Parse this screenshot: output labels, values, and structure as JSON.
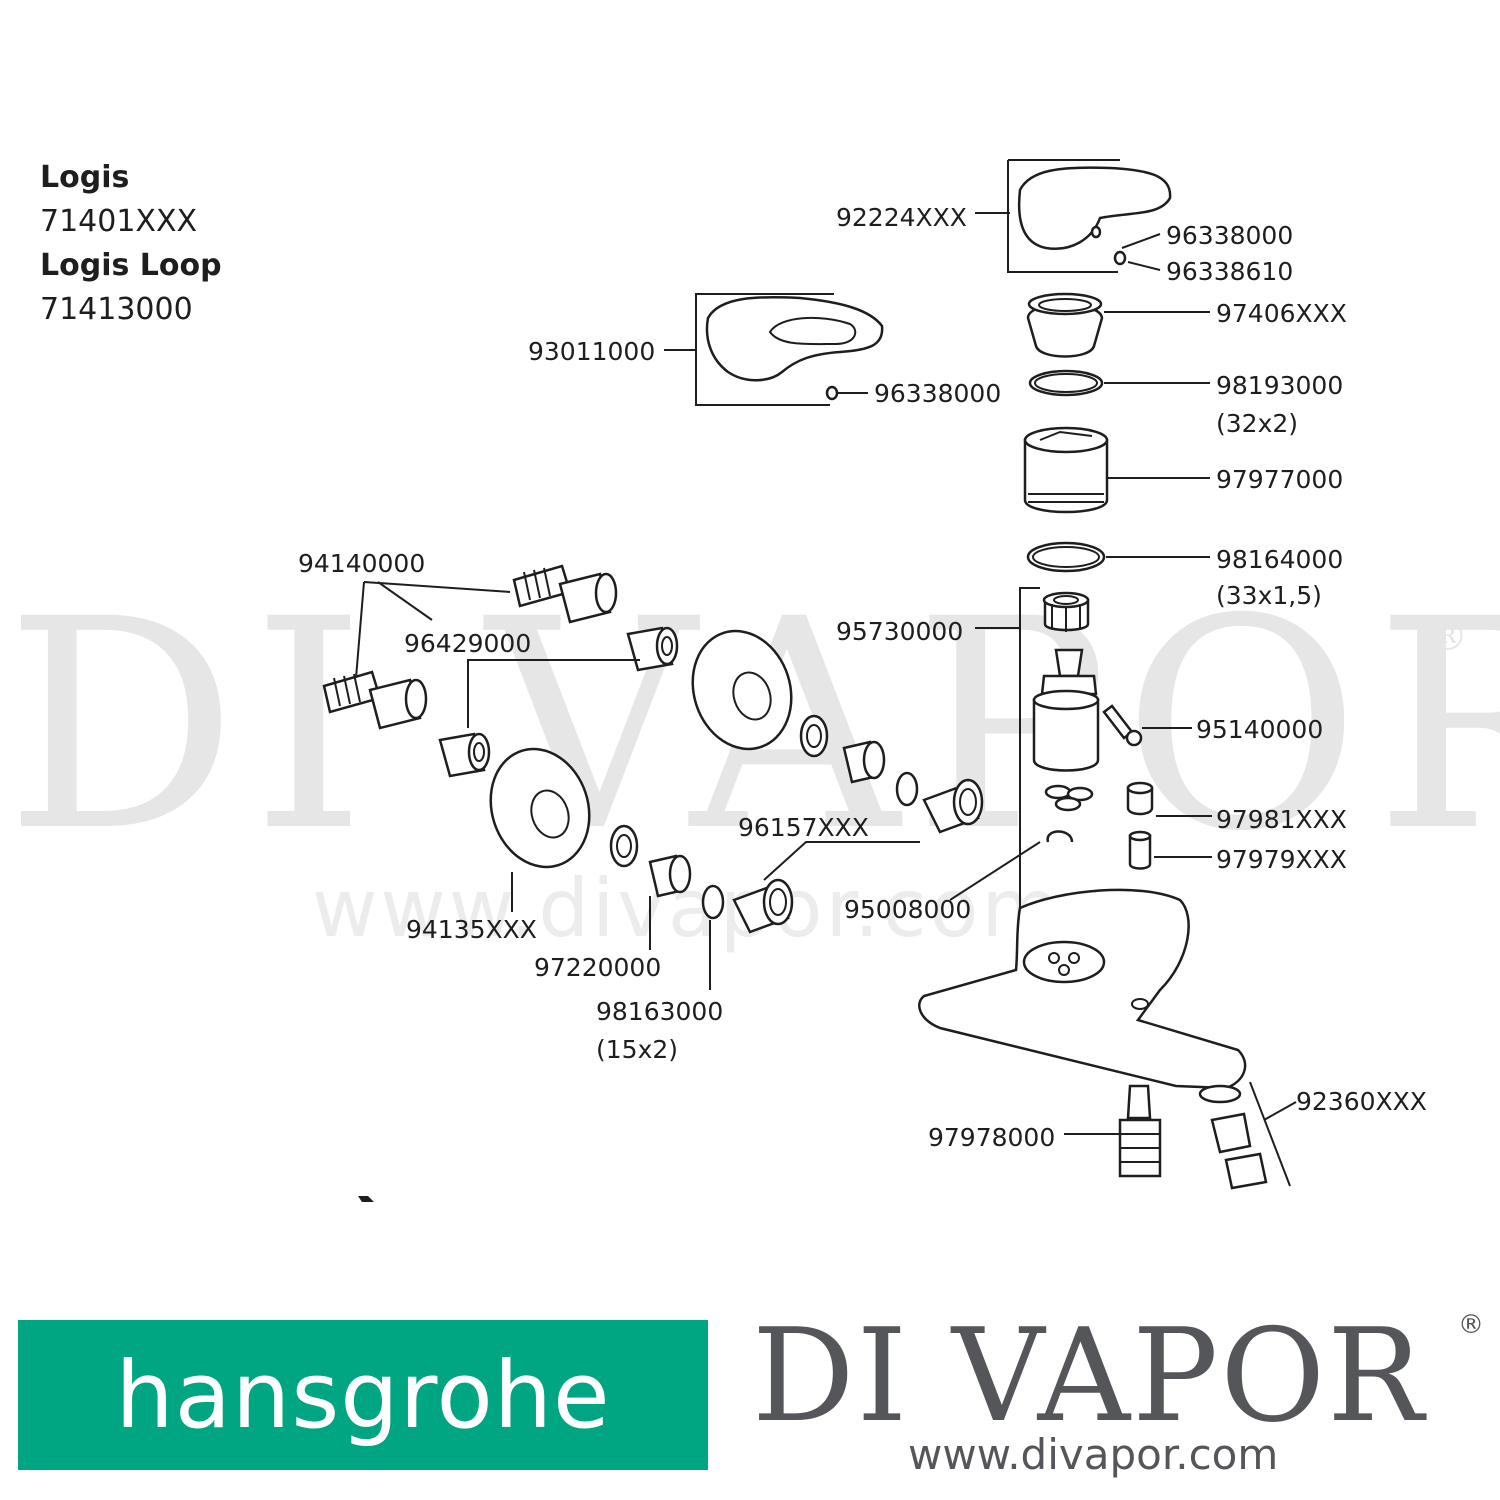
{
  "title_block": {
    "line1": "Logis",
    "line2": "71401XXX",
    "line3": "Logis Loop",
    "line4": "71413000"
  },
  "part_labels": {
    "p92224XXX": "92224XXX",
    "p96338000a": "96338000",
    "p96338610": "96338610",
    "p97406XXX": "97406XXX",
    "p93011000": "93011000",
    "p96338000b": "96338000",
    "p98193000": "98193000",
    "p98193000_size": "(32x2)",
    "p97977000": "97977000",
    "p98164000": "98164000",
    "p98164000_size": "(33x1,5)",
    "p94140000": "94140000",
    "p96429000": "96429000",
    "p95730000": "95730000",
    "p95140000": "95140000",
    "p96157XXX": "96157XXX",
    "p97981XXX": "97981XXX",
    "p97979XXX": "97979XXX",
    "p95008000": "95008000",
    "p94135XXX": "94135XXX",
    "p97220000": "97220000",
    "p98163000": "98163000",
    "p98163000_size": "(15x2)",
    "p92360XXX": "92360XXX",
    "p97978000": "97978000"
  },
  "watermark": {
    "brand": "DI VAPOR",
    "reg": "®",
    "url": "www.divapor.com"
  },
  "footer": {
    "hansgrohe_logo_text": "hansgrohe",
    "divapor_brand": "DI VAPOR",
    "divapor_reg": "®",
    "divapor_url": "www.divapor.com"
  },
  "colors": {
    "hansgrohe_green": "#00a682",
    "divapor_gray": "#555659",
    "line_ink": "#1e1e1e",
    "watermark": "#e6e6e6"
  }
}
